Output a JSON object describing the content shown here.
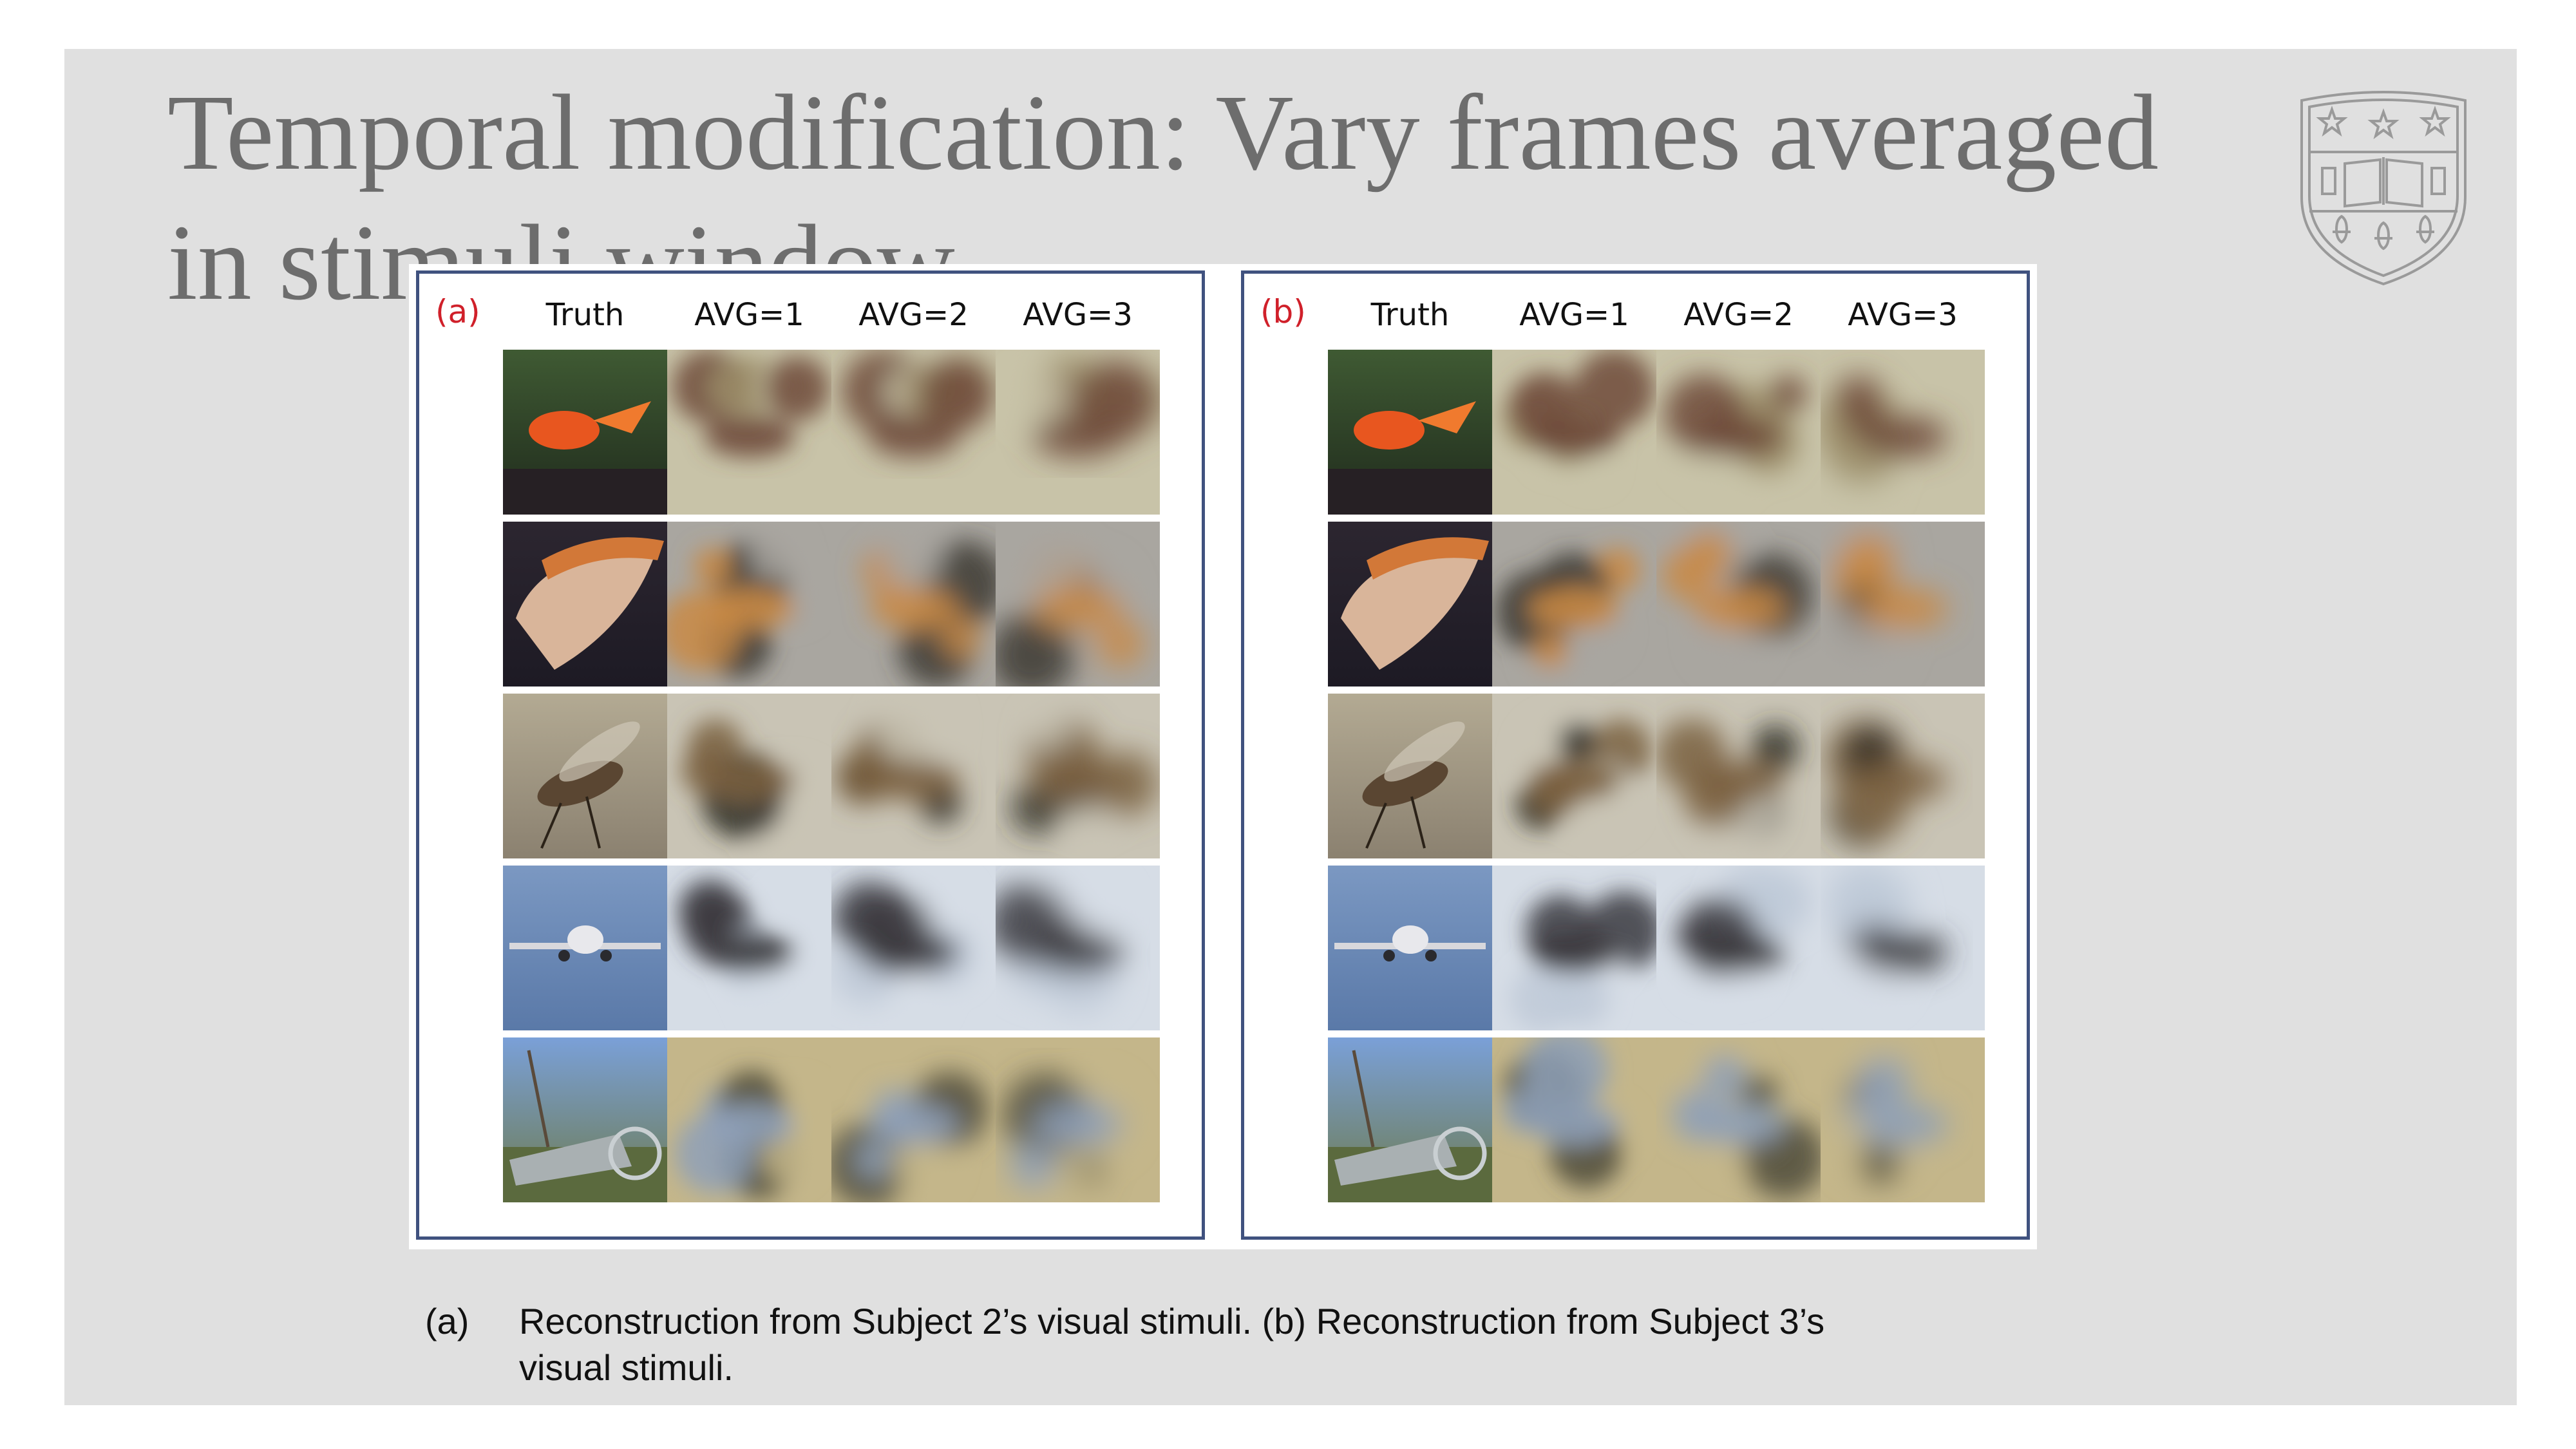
{
  "slide": {
    "title_lines": [
      "Temporal modification: Vary frames averaged",
      "in stimuli window"
    ],
    "caption": {
      "label": "(a)",
      "lines": [
        "Reconstruction from Subject 2’s visual stimuli. (b) Reconstruction from Subject 3’s",
        "visual stimuli."
      ]
    }
  },
  "logo": {
    "name": "university-shield-logo-icon"
  },
  "figure": {
    "columns": [
      "Truth",
      "AVG=1",
      "AVG=2",
      "AVG=3"
    ],
    "panels": [
      {
        "letter": "(a)"
      },
      {
        "letter": "(b)"
      }
    ],
    "rows": [
      "goldfish",
      "conch-shell",
      "fly",
      "airplane",
      "cannon"
    ]
  },
  "colors": {
    "background": "#e0e0e0",
    "title": "#6d6d6d",
    "panel_border": "#40527f",
    "panel_letter": "#d0202a"
  }
}
